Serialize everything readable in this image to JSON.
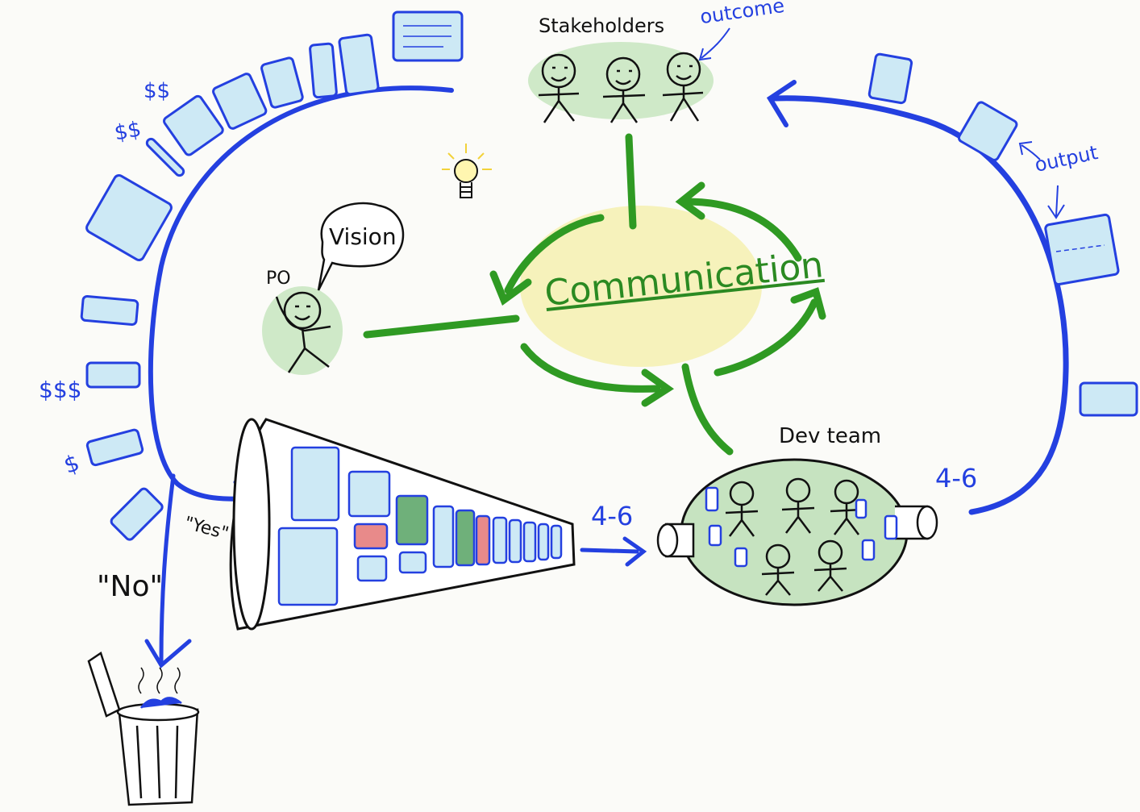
{
  "labels": {
    "stakeholders": "Stakeholders",
    "outcome": "outcome",
    "output": "output",
    "vision": "Vision",
    "po": "PO",
    "communication": "Communication",
    "dev_team": "Dev team",
    "yes": "\"Yes\"",
    "no": "\"No\"",
    "sprint_in": "4-6",
    "sprint_out": "4-6",
    "money_1": "$$",
    "money_2": "$$",
    "money_3": "$$$",
    "money_4": "$"
  },
  "colors": {
    "blue": "#2440e0",
    "green": "#2f9a23",
    "light_green": "#cfe9c8",
    "light_yellow": "#f5f0b0",
    "card_fill": "#cde9f5",
    "red": "#e88a8a",
    "dark_green": "#6fb07a"
  }
}
